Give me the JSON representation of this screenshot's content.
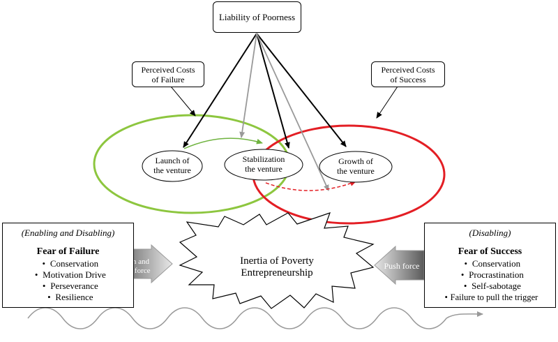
{
  "top_box": {
    "label": "Liability of Poorness"
  },
  "costs_failure": {
    "line1": "Perceived Costs",
    "line2": "of Failure"
  },
  "costs_success": {
    "line1": "Perceived Costs",
    "line2": "of Success"
  },
  "stages": [
    {
      "line1": "Launch of",
      "line2": "the venture"
    },
    {
      "line1": "Stabilization",
      "line2": "the venture"
    },
    {
      "line1": "Growth of",
      "line2": "the venture"
    }
  ],
  "left_panel": {
    "subtitle": "(Enabling and Disabling)",
    "title": "Fear of Failure",
    "bullet_glyph": "•",
    "items": [
      "Conservation",
      "Motivation Drive",
      "Perseverance",
      "Resilience"
    ]
  },
  "right_panel": {
    "subtitle": "(Disabling)",
    "title": "Fear of Success",
    "bullet_glyph": "•",
    "items": [
      "Conservation",
      "Procrastination",
      "Self-sabotage",
      "Failure to pull the trigger"
    ]
  },
  "center": {
    "line1": "Inertia of Poverty",
    "line2": "Entrepreneurship"
  },
  "arrows": {
    "left_line1": "Push and",
    "left_line2": "Pull force",
    "right_label": "Push force"
  },
  "colors": {
    "failure_ellipse": "#8dc63f",
    "success_ellipse": "#e31e24",
    "gray_arrow": "#999999",
    "green_arrow": "#6fb33f",
    "red_arrow": "#e31e24"
  }
}
